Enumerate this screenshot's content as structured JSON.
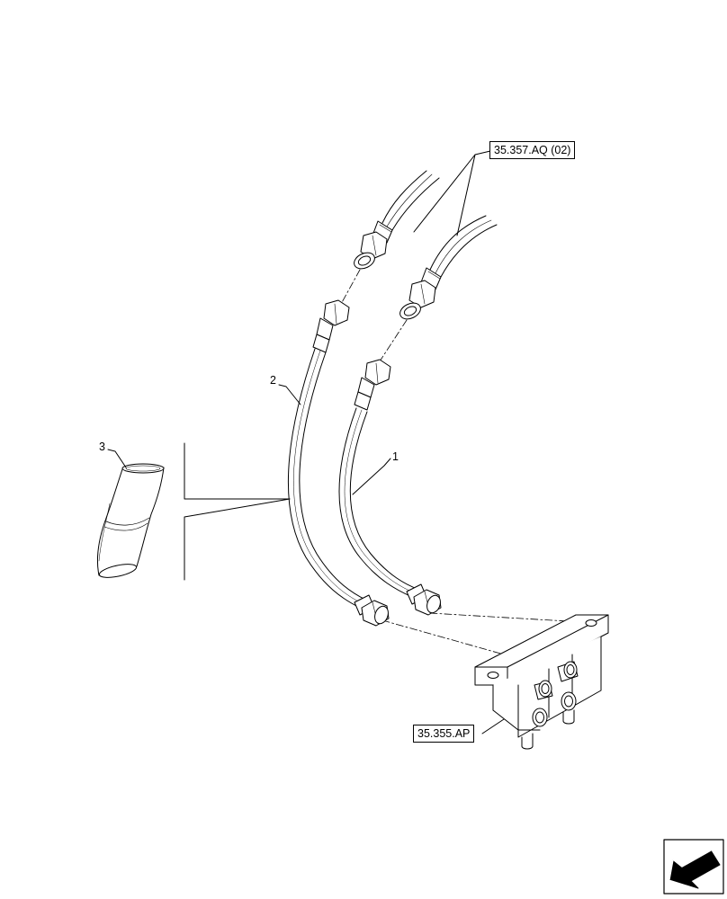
{
  "references": {
    "upper": "35.357.AQ (02)",
    "lower": "35.355.AP"
  },
  "callouts": {
    "item1": "1",
    "item2": "2",
    "item3": "3"
  },
  "icons": {
    "nav": "arrow-navigation-icon"
  },
  "colors": {
    "line": "#000000",
    "background": "#ffffff"
  }
}
